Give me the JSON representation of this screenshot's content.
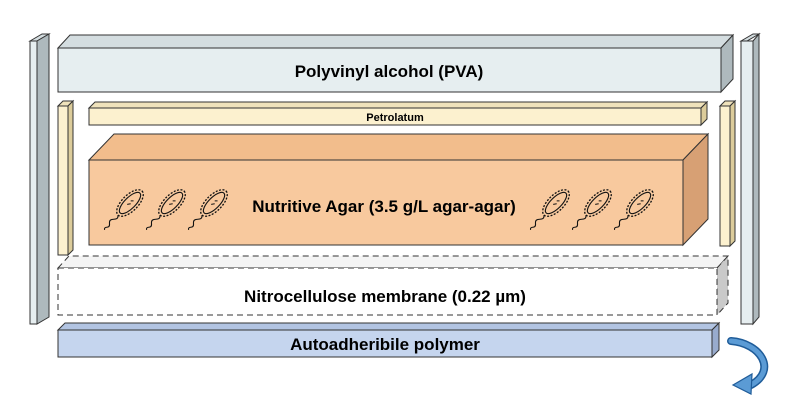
{
  "layers": {
    "pva": {
      "label": "Polyvinyl alcohol (PVA)",
      "color": "#e6eef0"
    },
    "petrolatum": {
      "label": "Petrolatum",
      "color": "#fcf1cf"
    },
    "agar": {
      "label": "Nutritive Agar (3.5 g/L agar-agar)",
      "color": "#f8c99e"
    },
    "nitrocellulose": {
      "label": "Nitrocellulose membrane (0.22 µm)",
      "color": "#ffffff"
    },
    "autoadheribile": {
      "label": "Autoadheribile polymer",
      "color": "#c5d5ee"
    }
  },
  "bacteria": {
    "left_count": 3,
    "right_count": 3,
    "icon": "bacterium-icon"
  },
  "rotation_arrow": {
    "icon": "curved-arrow-icon",
    "color": "#3b82c4"
  }
}
